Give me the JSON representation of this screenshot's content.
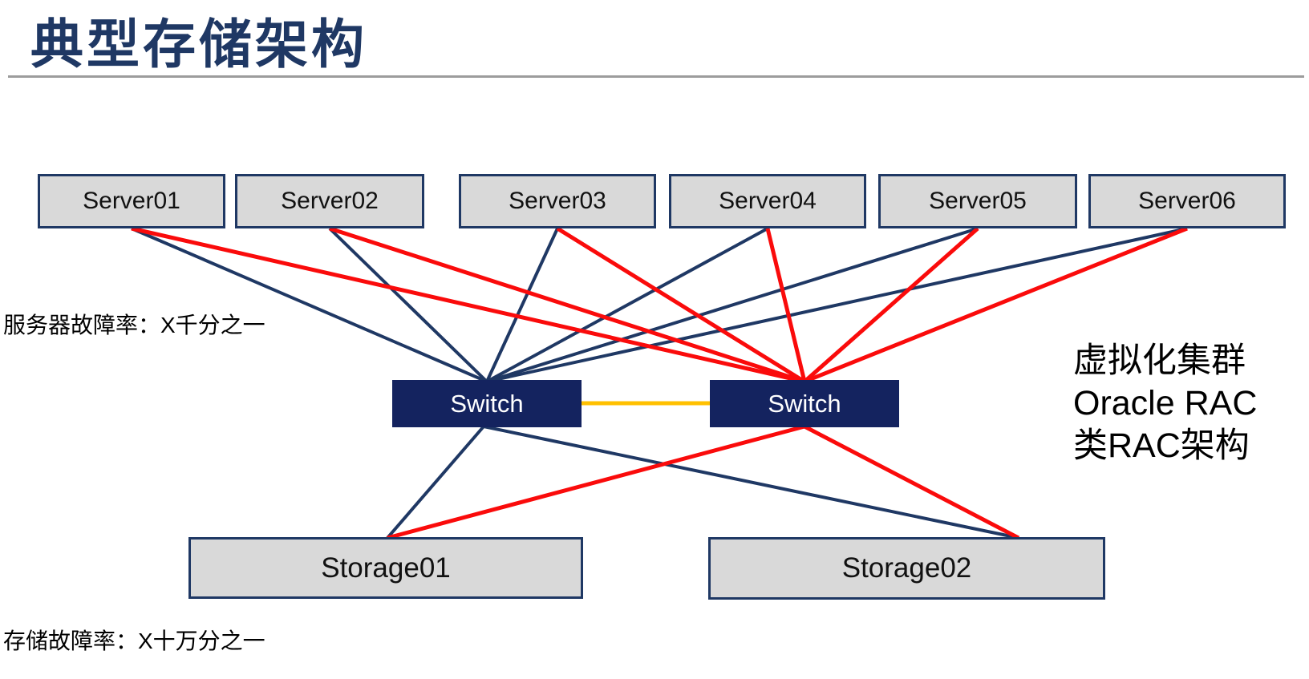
{
  "title": "典型存储架构",
  "annotations": {
    "server_failure_rate": "服务器故障率：X千分之一",
    "storage_failure_rate": "存储故障率：X十万分之一",
    "right_note_lines": [
      "虚拟化集群",
      "Oracle RAC",
      "类RAC架构"
    ]
  },
  "nodes": {
    "servers": [
      {
        "id": "server1",
        "label": "Server01"
      },
      {
        "id": "server2",
        "label": "Server02"
      },
      {
        "id": "server3",
        "label": "Server03"
      },
      {
        "id": "server4",
        "label": "Server04"
      },
      {
        "id": "server5",
        "label": "Server05"
      },
      {
        "id": "server6",
        "label": "Server06"
      }
    ],
    "switches": [
      {
        "id": "switch-left",
        "label": "Switch"
      },
      {
        "id": "switch-right",
        "label": "Switch"
      }
    ],
    "storages": [
      {
        "id": "storage1",
        "label": "Storage01"
      },
      {
        "id": "storage2",
        "label": "Storage02"
      }
    ]
  },
  "connections": [
    {
      "from": "server1",
      "to": "switch-left",
      "color": "navy"
    },
    {
      "from": "server2",
      "to": "switch-left",
      "color": "navy"
    },
    {
      "from": "server3",
      "to": "switch-left",
      "color": "navy"
    },
    {
      "from": "server4",
      "to": "switch-left",
      "color": "navy"
    },
    {
      "from": "server5",
      "to": "switch-left",
      "color": "navy"
    },
    {
      "from": "server6",
      "to": "switch-left",
      "color": "navy"
    },
    {
      "from": "server1",
      "to": "switch-right",
      "color": "red"
    },
    {
      "from": "server2",
      "to": "switch-right",
      "color": "red"
    },
    {
      "from": "server3",
      "to": "switch-right",
      "color": "red"
    },
    {
      "from": "server4",
      "to": "switch-right",
      "color": "red"
    },
    {
      "from": "server5",
      "to": "switch-right",
      "color": "red"
    },
    {
      "from": "server6",
      "to": "switch-right",
      "color": "red"
    },
    {
      "from": "switch-left",
      "to": "switch-right",
      "color": "orange"
    },
    {
      "from": "switch-left",
      "to": "storage1",
      "color": "navy"
    },
    {
      "from": "switch-left",
      "to": "storage2",
      "color": "navy"
    },
    {
      "from": "switch-right",
      "to": "storage1",
      "color": "red"
    },
    {
      "from": "switch-right",
      "to": "storage2",
      "color": "red"
    }
  ],
  "colors": {
    "navy": "#1F3864",
    "red": "#FA0B0B",
    "orange": "#FFC000",
    "box_fill": "#D9D9D9",
    "box_border": "#1F3864",
    "switch_fill": "#14235F",
    "title_text": "#1F3864",
    "rule_gray": "#9C9C9C"
  }
}
